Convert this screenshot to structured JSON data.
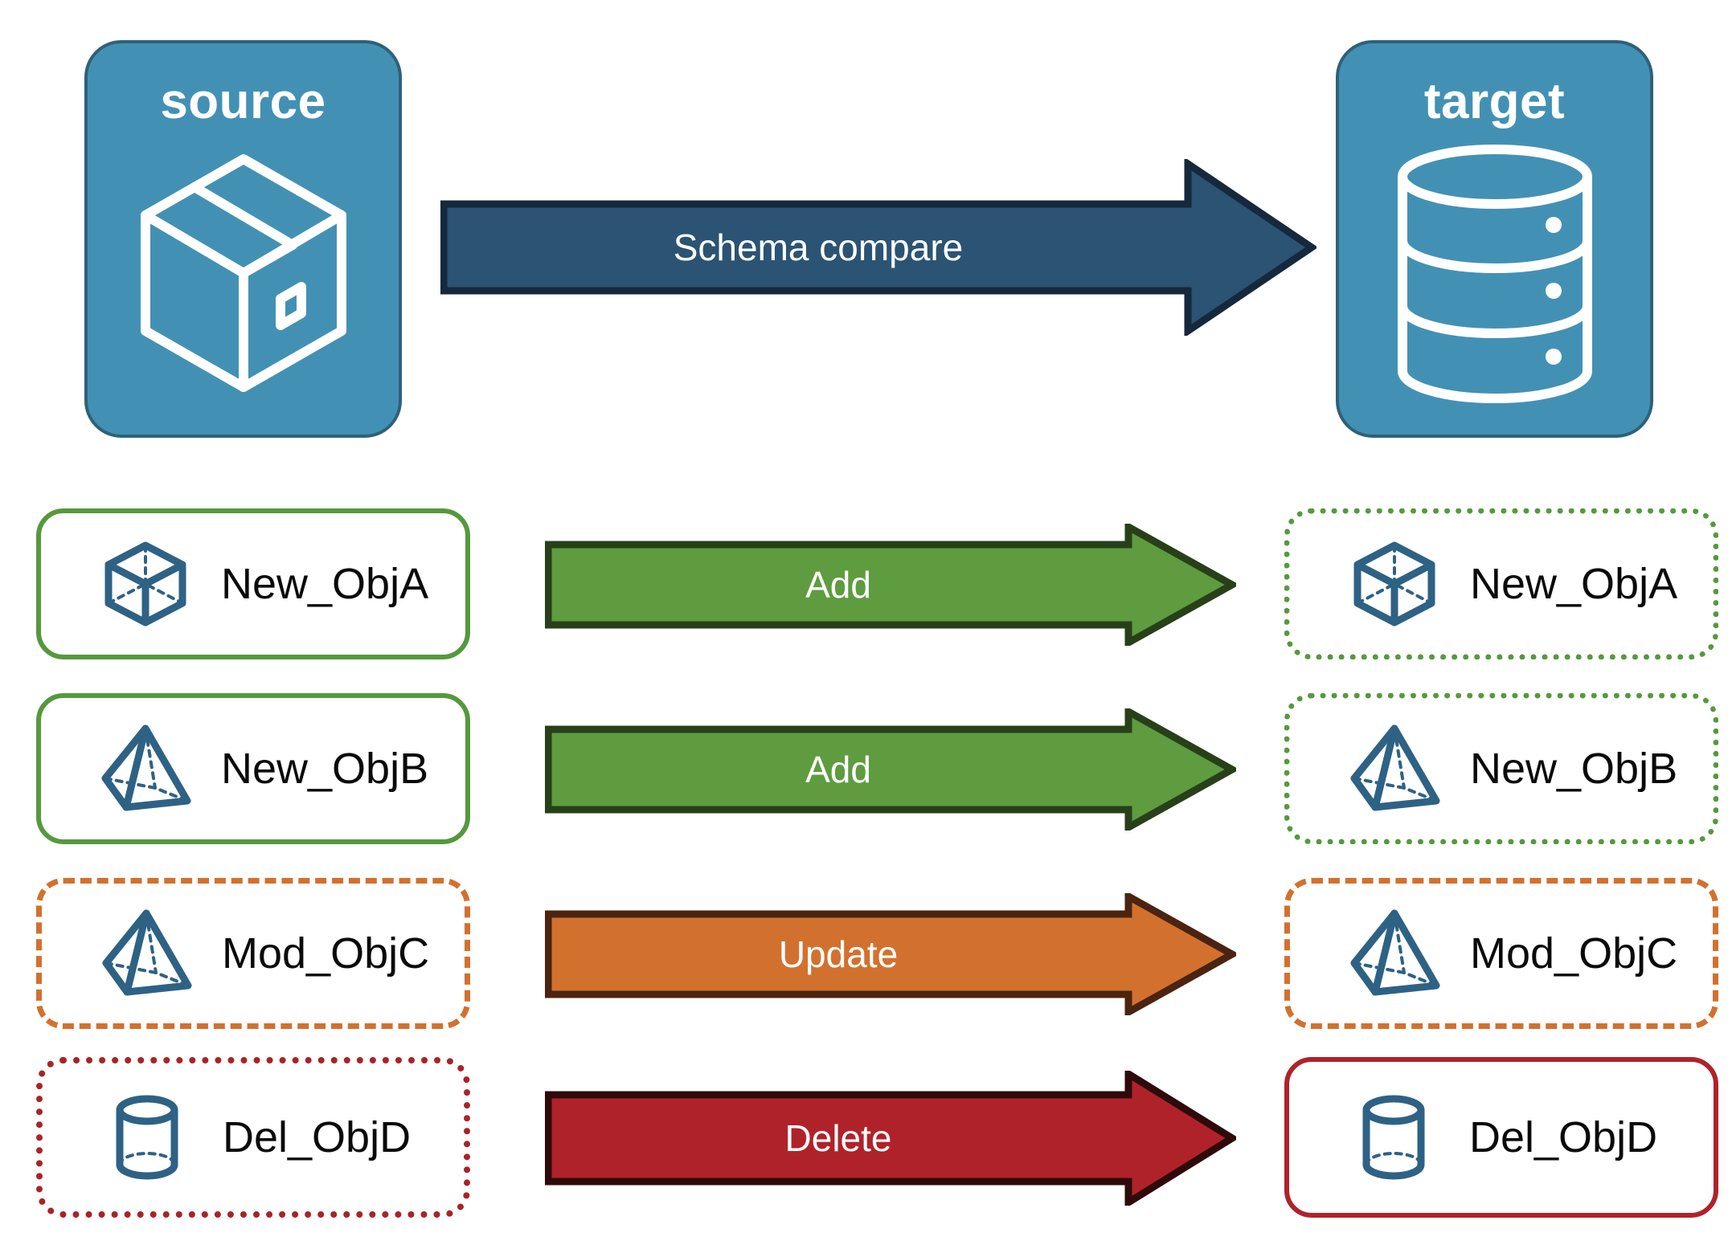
{
  "diagram": {
    "title": "Schema compare between source and target",
    "colors": {
      "panel_fill": "#4291B4",
      "panel_border": "#2E6179",
      "schema_arrow_fill": "#2B5373",
      "schema_arrow_border": "#16283C",
      "add_fill": "#5E9C3F",
      "add_border": "#27401A",
      "update_fill": "#D2712E",
      "update_border": "#4A2410",
      "delete_fill": "#B0222A",
      "delete_border": "#2E0A0A",
      "green": "#55993C",
      "orange": "#D2712E",
      "red": "#A82327",
      "icon_blue": "#2E6285"
    }
  },
  "endpoints": {
    "source": {
      "label": "source",
      "icon": "package-box-icon"
    },
    "target": {
      "label": "target",
      "icon": "database-cylinder-icon"
    }
  },
  "schema_arrow": {
    "label": "Schema compare",
    "direction": "right"
  },
  "rows": [
    {
      "action": "Add",
      "arrow_color": "#5E9C3F",
      "source": {
        "label": "New_ObjA",
        "icon": "wireframe-cube-icon",
        "border_style": "solid",
        "border_color": "#55993C"
      },
      "target": {
        "label": "New_ObjA",
        "icon": "wireframe-cube-icon",
        "border_style": "dotted",
        "border_color": "#55993C"
      }
    },
    {
      "action": "Add",
      "arrow_color": "#5E9C3F",
      "source": {
        "label": "New_ObjB",
        "icon": "wireframe-pyramid-icon",
        "border_style": "solid",
        "border_color": "#55993C"
      },
      "target": {
        "label": "New_ObjB",
        "icon": "wireframe-pyramid-icon",
        "border_style": "dotted",
        "border_color": "#55993C"
      }
    },
    {
      "action": "Update",
      "arrow_color": "#D2712E",
      "source": {
        "label": "Mod_ObjC",
        "icon": "wireframe-pyramid-icon",
        "border_style": "dashed",
        "border_color": "#D2712E"
      },
      "target": {
        "label": "Mod_ObjC",
        "icon": "wireframe-pyramid-icon",
        "border_style": "dashed",
        "border_color": "#D2712E"
      }
    },
    {
      "action": "Delete",
      "arrow_color": "#B0222A",
      "source": {
        "label": "Del_ObjD",
        "icon": "wireframe-cylinder-icon",
        "border_style": "dotted",
        "border_color": "#A82327"
      },
      "target": {
        "label": "Del_ObjD",
        "icon": "wireframe-cylinder-icon",
        "border_style": "solid",
        "border_color": "#B0222A"
      }
    }
  ]
}
